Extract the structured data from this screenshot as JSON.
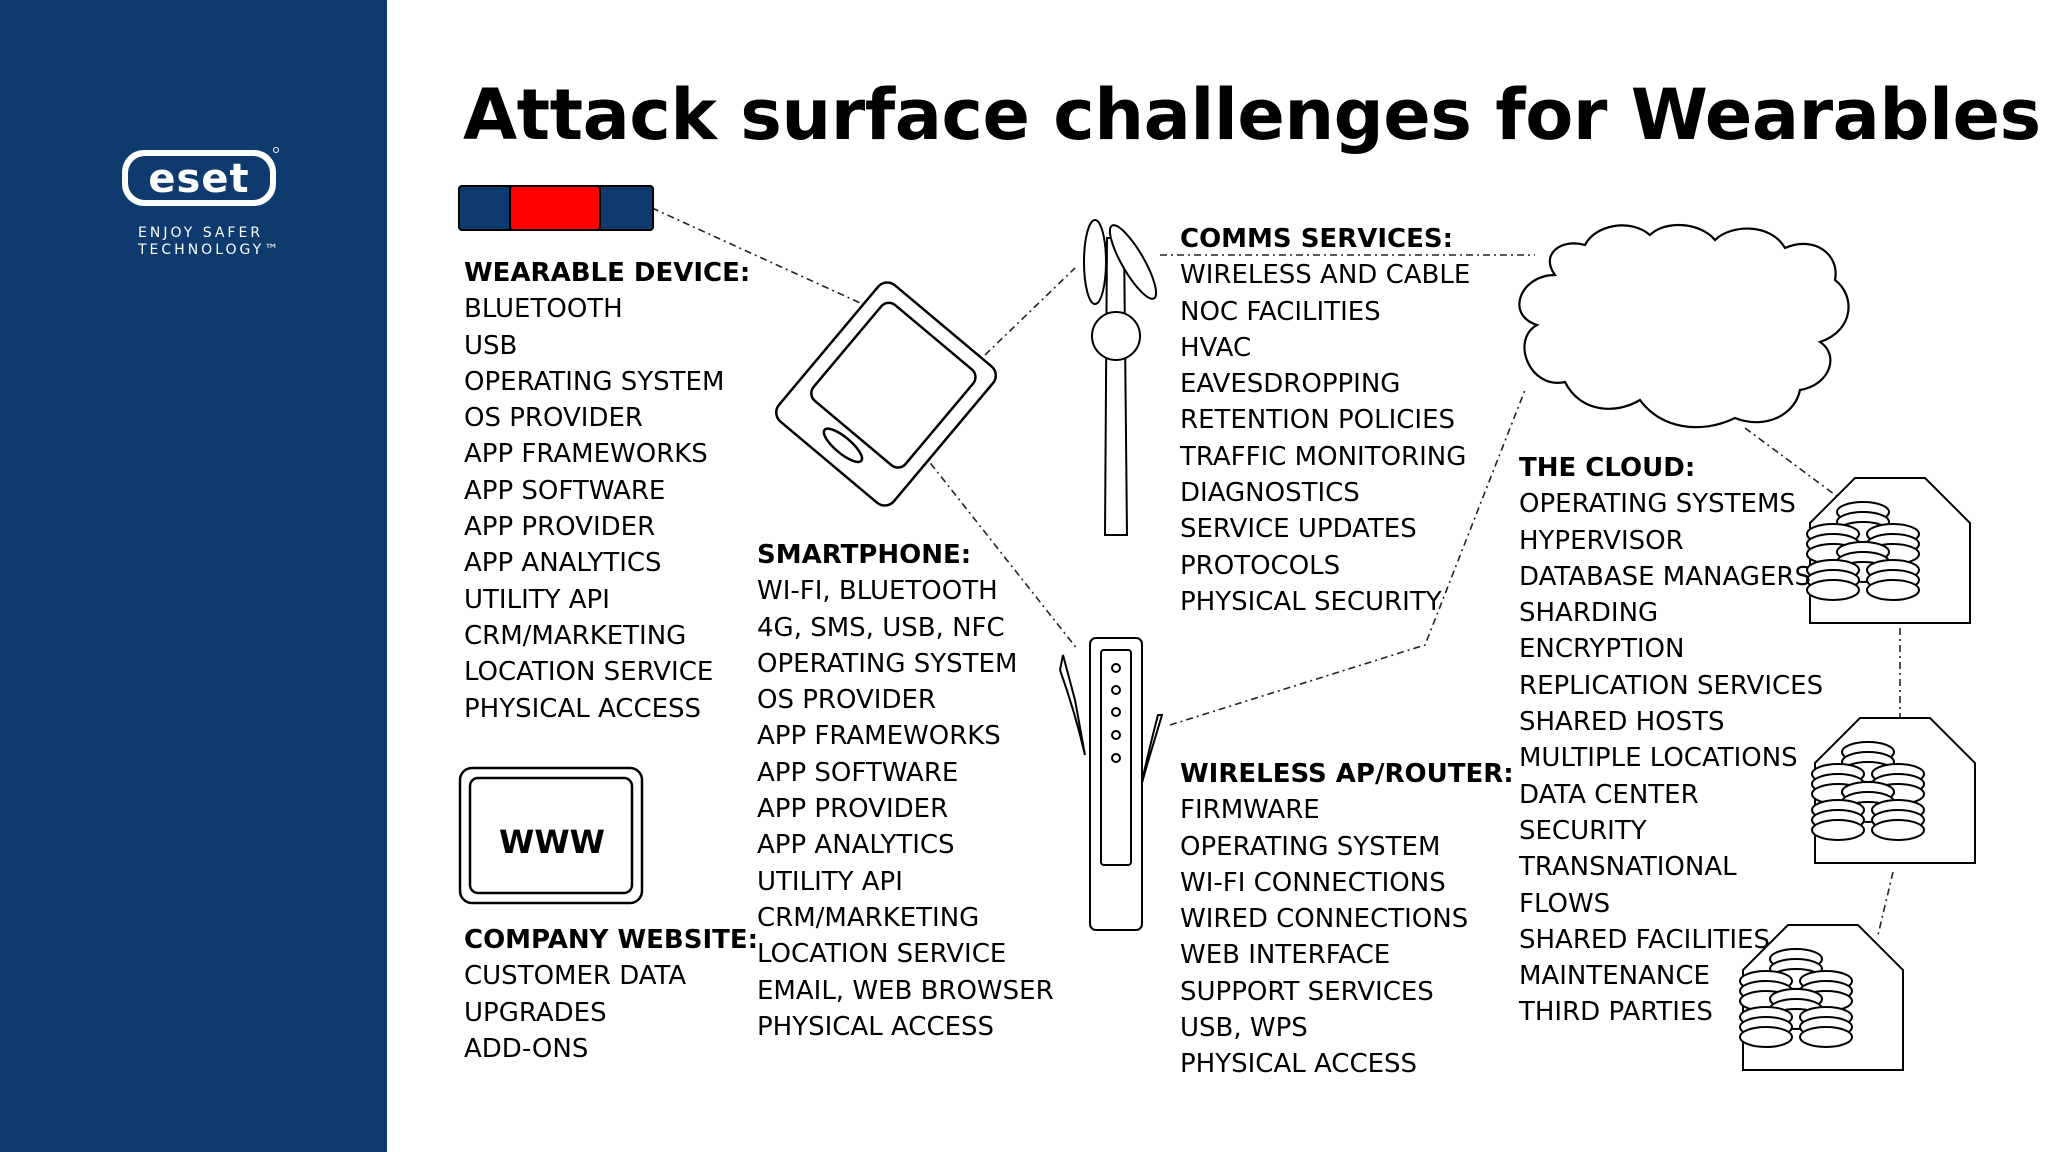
{
  "brand": {
    "logo_text": "eset",
    "tagline_line1": "ENJOY SAFER",
    "tagline_line2": "TECHNOLOGY™"
  },
  "title": "Attack surface challenges for Wearables",
  "colors": {
    "sidebar": "#0e3a6e",
    "wearable_band": "#0e3a6e",
    "wearable_screen": "#ff0000",
    "text": "#000000"
  },
  "wearable": {
    "heading": "WEARABLE DEVICE:",
    "items": [
      "BLUETOOTH",
      "USB",
      "OPERATING SYSTEM",
      "OS PROVIDER",
      "APP FRAMEWORKS",
      "APP SOFTWARE",
      "APP PROVIDER",
      "APP ANALYTICS",
      "UTILITY API",
      "CRM/MARKETING",
      "LOCATION SERVICE",
      "PHYSICAL ACCESS"
    ]
  },
  "website": {
    "icon_label": "WWW",
    "heading": "COMPANY WEBSITE:",
    "items": [
      "CUSTOMER DATA",
      "UPGRADES",
      "ADD-ONS"
    ]
  },
  "smartphone": {
    "heading": "SMARTPHONE:",
    "items": [
      "WI-FI, BLUETOOTH",
      "4G, SMS, USB, NFC",
      "OPERATING SYSTEM",
      "OS PROVIDER",
      "APP FRAMEWORKS",
      "APP SOFTWARE",
      "APP PROVIDER",
      "APP ANALYTICS",
      "UTILITY API",
      "CRM/MARKETING",
      "LOCATION SERVICE",
      "EMAIL, WEB BROWSER",
      "PHYSICAL ACCESS"
    ]
  },
  "comms": {
    "heading": "COMMS SERVICES:",
    "items": [
      "WIRELESS AND CABLE",
      "NOC FACILITIES",
      "HVAC",
      "EAVESDROPPING",
      "RETENTION POLICIES",
      "TRAFFIC MONITORING",
      "DIAGNOSTICS",
      "SERVICE UPDATES",
      "PROTOCOLS",
      "PHYSICAL SECURITY"
    ]
  },
  "router": {
    "heading": "WIRELESS AP/ROUTER:",
    "items": [
      "FIRMWARE",
      "OPERATING SYSTEM",
      "WI-FI CONNECTIONS",
      "WIRED CONNECTIONS",
      "WEB INTERFACE",
      "SUPPORT SERVICES",
      "USB, WPS",
      "PHYSICAL ACCESS"
    ]
  },
  "cloud": {
    "heading": "THE CLOUD:",
    "items": [
      "OPERATING SYSTEMS",
      "HYPERVISOR",
      "DATABASE MANAGERS",
      "SHARDING",
      "ENCRYPTION",
      "REPLICATION SERVICES",
      "SHARED HOSTS",
      "MULTIPLE LOCATIONS",
      "DATA CENTER",
      "SECURITY",
      "TRANSNATIONAL",
      "FLOWS",
      "SHARED FACILITIES",
      "MAINTENANCE",
      "THIRD PARTIES"
    ]
  }
}
